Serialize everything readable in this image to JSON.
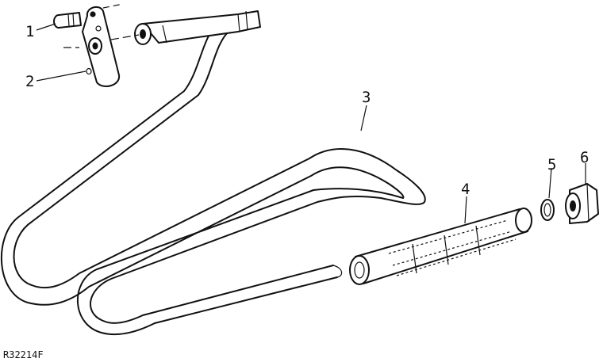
{
  "figure": {
    "reference_code": "R32214F",
    "callouts": [
      {
        "id": "1",
        "label": "1"
      },
      {
        "id": "2",
        "label": "2"
      },
      {
        "id": "3",
        "label": "3"
      },
      {
        "id": "4",
        "label": "4"
      },
      {
        "id": "5",
        "label": "5"
      },
      {
        "id": "6",
        "label": "6"
      }
    ]
  }
}
